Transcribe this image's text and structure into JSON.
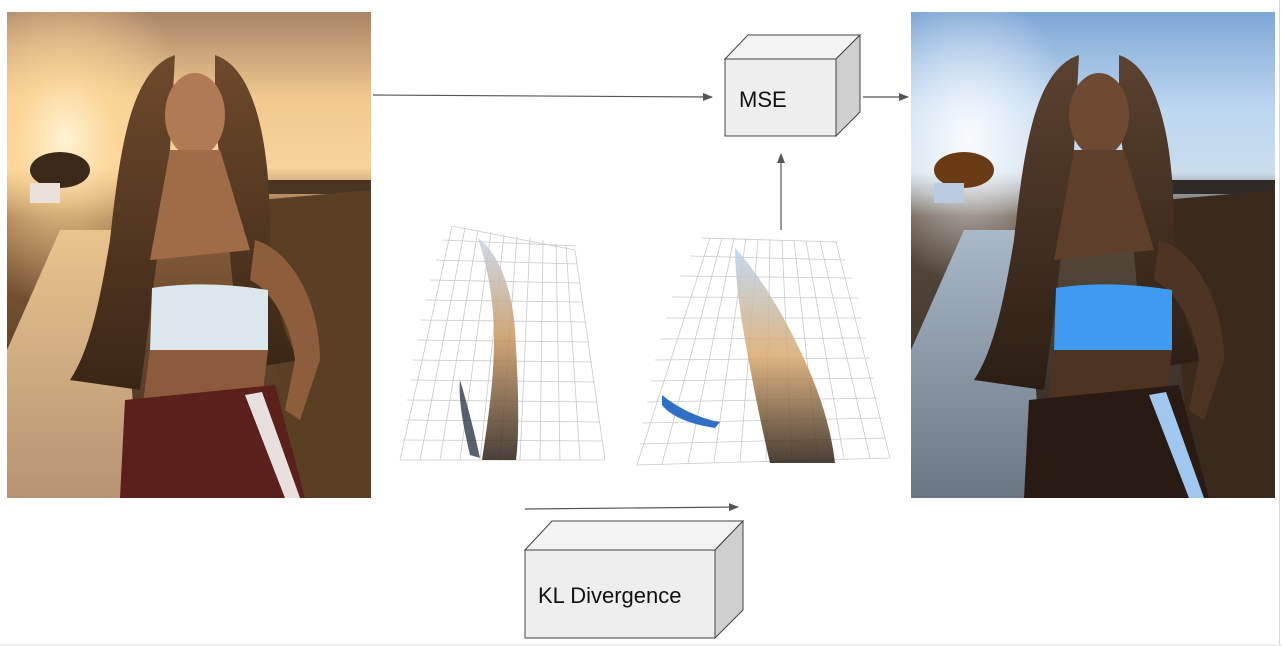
{
  "diagram": {
    "mse_box": {
      "label": "MSE"
    },
    "kl_box": {
      "label": "KL Divergence"
    },
    "input_image": {
      "description_icon": "portrait-photo-warm"
    },
    "output_image": {
      "description_icon": "portrait-photo-cool"
    },
    "plots": [
      {
        "name": "color-distribution-input"
      },
      {
        "name": "color-distribution-output"
      }
    ],
    "colors": {
      "box_face": "#eeeeee",
      "box_top": "#f3f3f3",
      "box_side": "#cfcfcf",
      "box_stroke": "#444444",
      "arrow": "#555555"
    }
  }
}
